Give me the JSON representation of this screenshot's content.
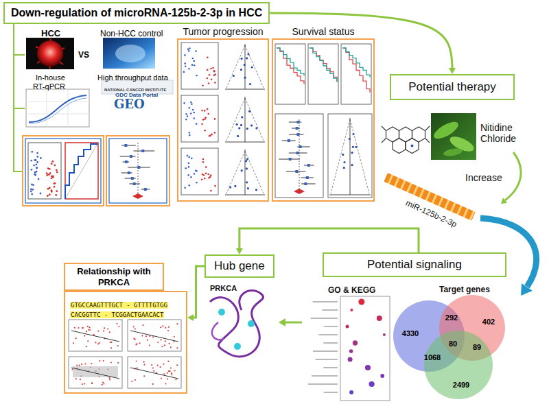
{
  "diagram": {
    "nodes": [
      {
        "text": [
          "Down-regulation of microRNA-125b-2-3p in HCC"
        ]
      },
      {
        "text": [
          "Tumor progression"
        ]
      },
      {
        "text": [
          "Survival status"
        ]
      },
      {
        "text": [
          "Potential therapy"
        ]
      },
      {
        "text": [
          "Potential signaling"
        ]
      },
      {
        "text": [
          "Hub gene"
        ]
      },
      {
        "text": [
          "Relationship with PRKCA"
        ]
      }
    ],
    "edges": [
      {
        "from": 0,
        "to": 3,
        "arrow": "to"
      },
      {
        "from": 4,
        "to": 5,
        "arrow": "to"
      },
      {
        "from": 5,
        "to": 6,
        "arrow": "to"
      }
    ],
    "labels": [
      "HCC",
      "VS",
      "Non-HCC control",
      "In-house",
      "RT-qPCR",
      "High throughput data",
      "NATIONAL CANCER INSTITUTE",
      "GDC Data Portal",
      "GEO",
      "Nitidine Chloride",
      "Increase",
      "miR-125b-2-3p",
      "GO & KEGG",
      "Target genes",
      "4330",
      "292",
      "402",
      "80",
      "1068",
      "89",
      "2499",
      "PRKCA",
      "GTGCCAAGTTTGCT - GTTTTGTGG",
      "CACGGTTC - TCGGACTGAACACT"
    ]
  }
}
